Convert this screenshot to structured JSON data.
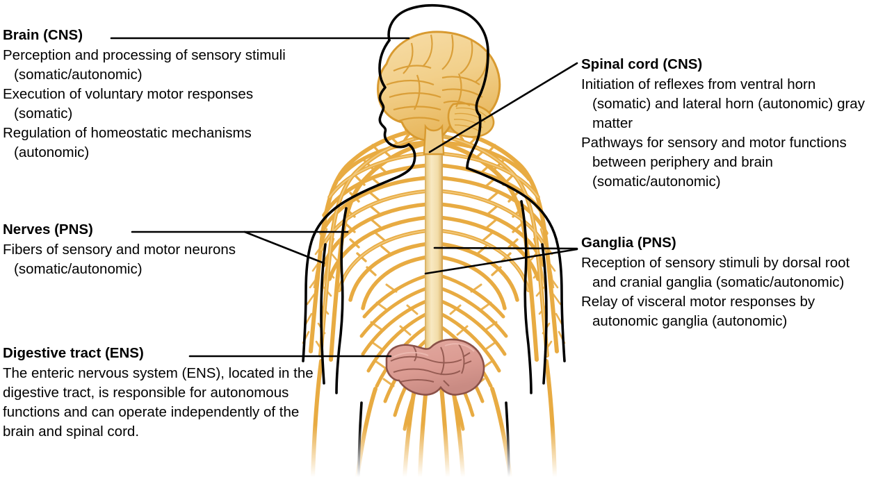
{
  "figure": {
    "alt_name": "nervous-system-overview-diagram",
    "colors": {
      "nerve": "#E8AB42",
      "nerve_light": "#F0C87A",
      "nerve_outline": "#D8922C",
      "spinal_column": "#F6E3B4",
      "brain_fill": "#F3D291",
      "brain_shade": "#E9B95E",
      "brain_outline": "#D89A30",
      "intestine": "#DB9B92",
      "intestine_shade": "#C98B83",
      "intestine_outline": "#8A5148",
      "body_outline": "#000000",
      "leader_line": "#000000"
    }
  },
  "callouts": {
    "brain": {
      "title": "Brain (CNS)",
      "lines": [
        "Perception and processing of sensory stimuli (somatic/autonomic)",
        "Execution of voluntary motor responses (somatic)",
        "Regulation of homeostatic mechanisms (autonomic)"
      ]
    },
    "nerves": {
      "title": "Nerves (PNS)",
      "lines": [
        "Fibers of sensory and motor neurons (somatic/autonomic)"
      ]
    },
    "digestive": {
      "title": "Digestive tract (ENS)",
      "lines": [
        "The enteric nervous system (ENS), located in the digestive tract, is responsible for autonomous functions and can operate independently of the brain and spinal cord."
      ]
    },
    "spinal_cord": {
      "title": "Spinal cord (CNS)",
      "lines": [
        "Initiation of reflexes from ventral horn (somatic) and lateral horn (autonomic) gray matter",
        "Pathways for sensory and motor functions between periphery and brain (somatic/autonomic)"
      ]
    },
    "ganglia": {
      "title": "Ganglia (PNS)",
      "lines": [
        "Reception of sensory stimuli by dorsal root and cranial ganglia (somatic/autonomic)",
        "Relay of visceral motor responses by autonomic ganglia (autonomic)"
      ]
    }
  }
}
